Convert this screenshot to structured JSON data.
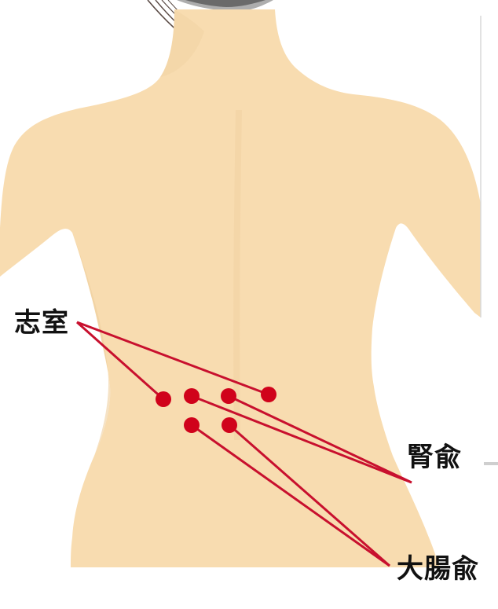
{
  "labels": {
    "shishitsu": "志室",
    "jinyu": "腎兪",
    "daichoyu": "大腸兪"
  },
  "colors": {
    "skin": "#f8dcb0",
    "skin_shadow": "#efcf9f",
    "point": "#d0021b",
    "leader_line": "#c8102e",
    "hair": "#4a4a4a",
    "label_text": "#111111"
  },
  "acupoints": [
    {
      "name": "shishitsu-left",
      "group": "shishitsu"
    },
    {
      "name": "jinyu-left",
      "group": "jinyu"
    },
    {
      "name": "jinyu-right",
      "group": "jinyu"
    },
    {
      "name": "shishitsu-right",
      "group": "shishitsu"
    },
    {
      "name": "daichoyu-left",
      "group": "daichoyu"
    },
    {
      "name": "daichoyu-right",
      "group": "daichoyu"
    }
  ]
}
